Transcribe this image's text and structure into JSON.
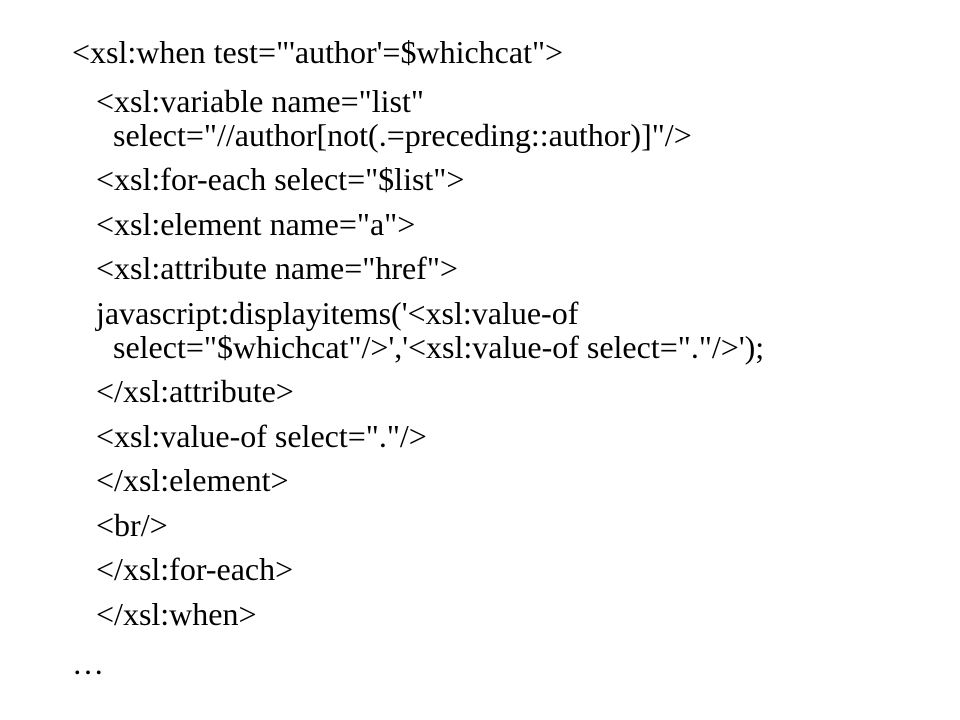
{
  "slide": {
    "lines": [
      "<xsl:when test=\"'author'=$whichcat\">",
      "<xsl:variable name=\"list\"",
      "select=\"//author[not(.=preceding::author)]\"/>",
      "<xsl:for-each select=\"$list\">",
      "<xsl:element name=\"a\">",
      "<xsl:attribute name=\"href\">",
      "javascript:displayitems('<xsl:value-of",
      "select=\"$whichcat\"/>','<xsl:value-of select=\".\"/>');",
      "</xsl:attribute>",
      "<xsl:value-of select=\".\"/>",
      "</xsl:element>",
      "<br/>",
      "</xsl:for-each>",
      "</xsl:when>",
      "…"
    ]
  }
}
